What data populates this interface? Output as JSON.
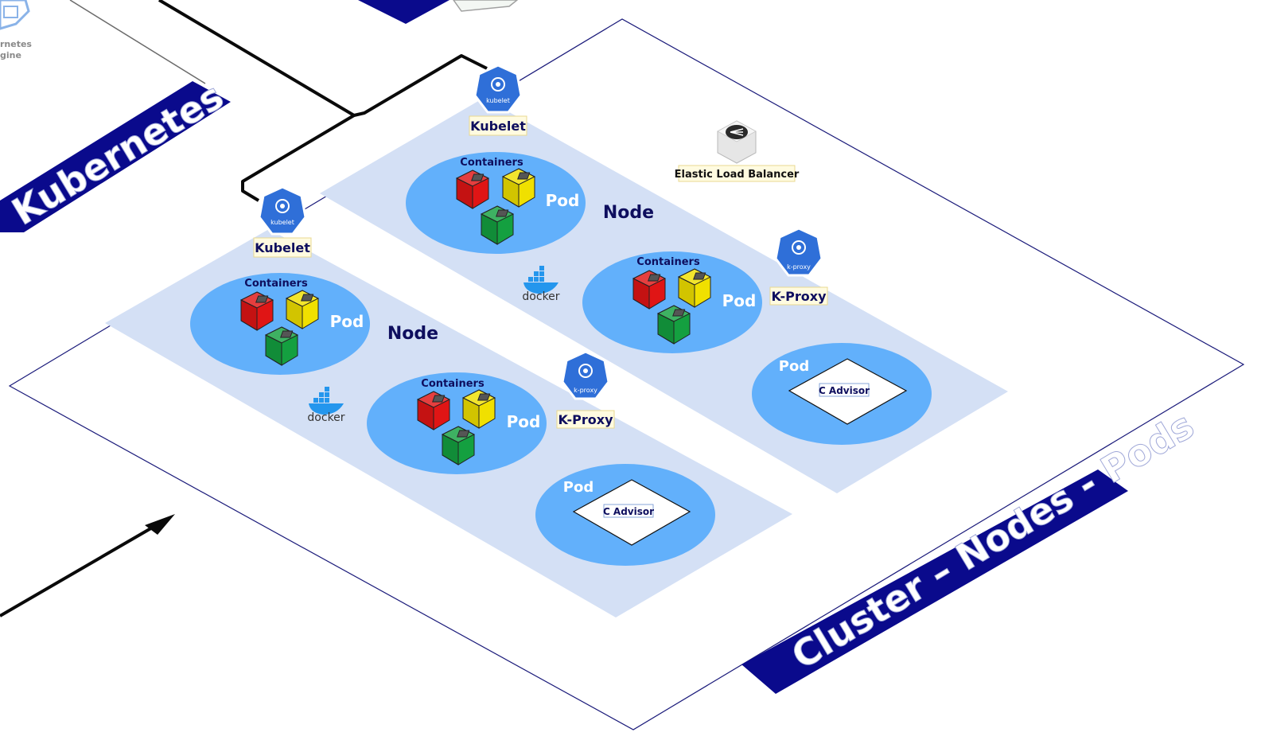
{
  "banners": {
    "kubernetes": "Kubernetes",
    "cluster": "Cluster – Nodes - Pods",
    "engine_partial_1": "rnetes",
    "engine_partial_2": "gine"
  },
  "nodes": [
    {
      "label": "Node",
      "kubelet": {
        "icon_text": "kubelet",
        "label": "Kubelet"
      },
      "kproxy": {
        "icon_text": "k-proxy",
        "label": "K-Proxy"
      },
      "runtime": "docker",
      "container_pods": [
        {
          "containers_label": "Containers",
          "pod_label": "Pod"
        },
        {
          "containers_label": "Containers",
          "pod_label": "Pod"
        }
      ],
      "advisor_pod": {
        "pod_label": "Pod",
        "advisor_label": "C Advisor"
      }
    },
    {
      "label": "Node",
      "kubelet": {
        "icon_text": "kubelet",
        "label": "Kubelet"
      },
      "kproxy": {
        "icon_text": "k-proxy",
        "label": "K-Proxy"
      },
      "runtime": "docker",
      "container_pods": [
        {
          "containers_label": "Containers",
          "pod_label": "Pod"
        },
        {
          "containers_label": "Containers",
          "pod_label": "Pod"
        }
      ],
      "advisor_pod": {
        "pod_label": "Pod",
        "advisor_label": "C Advisor"
      }
    }
  ],
  "load_balancer": {
    "label": "Elastic Load Balancer"
  },
  "colors": {
    "banner": "#0a0a8c",
    "node_plane": "#d4e0f5",
    "pod": "#62b0fb",
    "kube_blue": "#2f6fd8",
    "label_text": "#0e0e5e",
    "container_red": "#e01515",
    "container_yellow": "#f0e000",
    "container_green": "#14a040",
    "docker_blue": "#2496ed"
  }
}
